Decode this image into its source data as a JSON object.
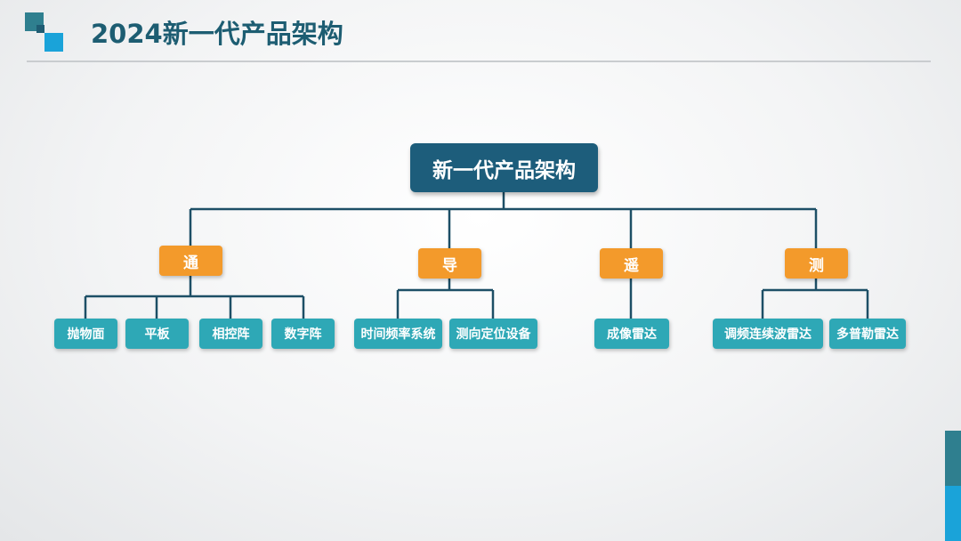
{
  "page": {
    "title": "2024新一代产品架构"
  },
  "diagram": {
    "root": "新一代产品架构",
    "categories": [
      {
        "label": "通",
        "children": [
          "抛物面",
          "平板",
          "相控阵",
          "数字阵"
        ]
      },
      {
        "label": "导",
        "children": [
          "时间频率系统",
          "测向定位设备"
        ]
      },
      {
        "label": "遥",
        "children": [
          "成像雷达"
        ]
      },
      {
        "label": "测",
        "children": [
          "调频连续波雷达",
          "多普勒雷达"
        ]
      }
    ]
  },
  "colors": {
    "root": "#1d5d7b",
    "category": "#f39a2b",
    "leaf": "#2ea8b6",
    "connector": "#1d4f66"
  }
}
